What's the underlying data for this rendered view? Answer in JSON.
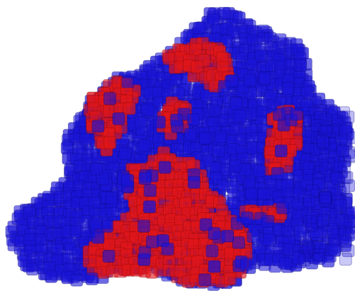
{
  "scene": {
    "kind": "3d-voxel-point-cloud",
    "background": "#ffffff",
    "voxel_style": "translucent-rounded-cubes",
    "series": [
      {
        "id": "cluster-a",
        "color": "#1a14d6",
        "edge_color": "#0b087a",
        "role": "majority"
      },
      {
        "id": "cluster-b",
        "color": "#e0161a",
        "edge_color": "#7a0709",
        "role": "minority"
      }
    ]
  }
}
